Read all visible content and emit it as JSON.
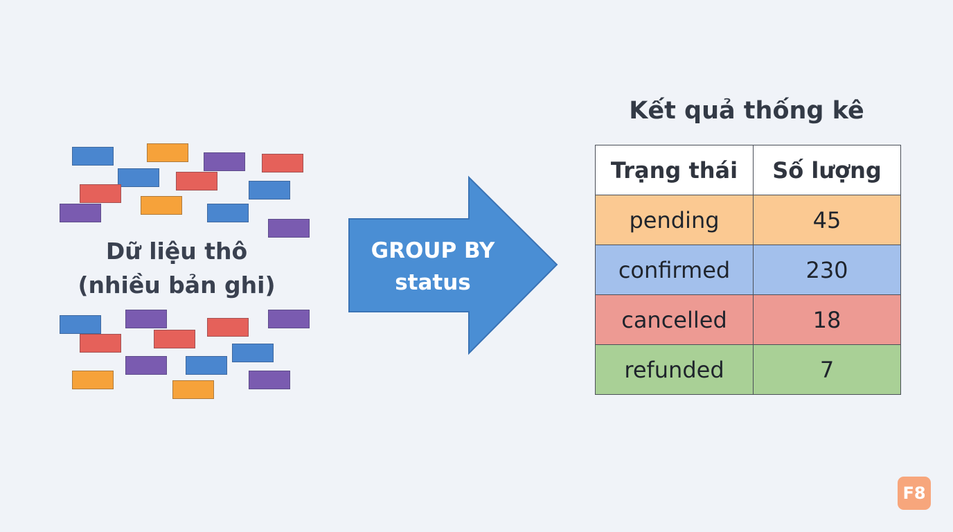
{
  "raw_data": {
    "label_line1": "Dữ liệu thô",
    "label_line2": "(nhiều bản ghi)",
    "block_colors": {
      "blue": "#4a86cf",
      "orange": "#f6a23a",
      "purple": "#7a5bb0",
      "red": "#e5615a"
    }
  },
  "arrow": {
    "line1": "GROUP BY",
    "line2": "status",
    "fill": "#4a8ed4",
    "stroke": "#3a73b5"
  },
  "result": {
    "title": "Kết quả thống kê",
    "headers": [
      "Trạng thái",
      "Số lượng"
    ],
    "rows": [
      {
        "status": "pending",
        "count": "45",
        "color": "#fbc992"
      },
      {
        "status": "confirmed",
        "count": "230",
        "color": "#a3c0ec"
      },
      {
        "status": "cancelled",
        "count": "18",
        "color": "#ed9a93"
      },
      {
        "status": "refunded",
        "count": "7",
        "color": "#a9d096"
      }
    ]
  },
  "badge": {
    "text": "F8",
    "color": "#f7a67c"
  }
}
